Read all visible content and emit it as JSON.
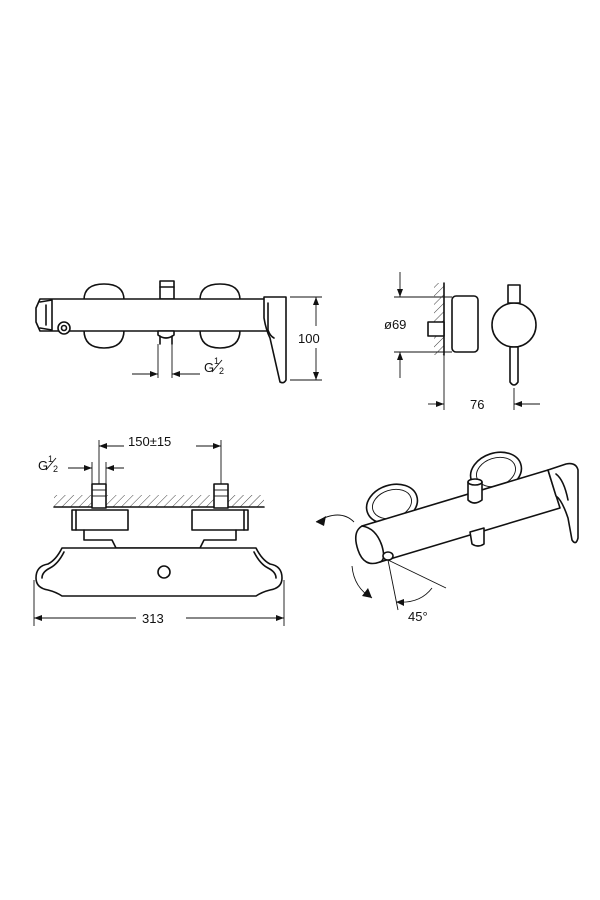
{
  "dimensions": {
    "height": "100",
    "diameter": "ø69",
    "depth": "76",
    "spacing": "150±15",
    "width": "313",
    "angle": "45°"
  },
  "thread": {
    "letter": "G",
    "numerator": "1",
    "denominator": "2"
  }
}
